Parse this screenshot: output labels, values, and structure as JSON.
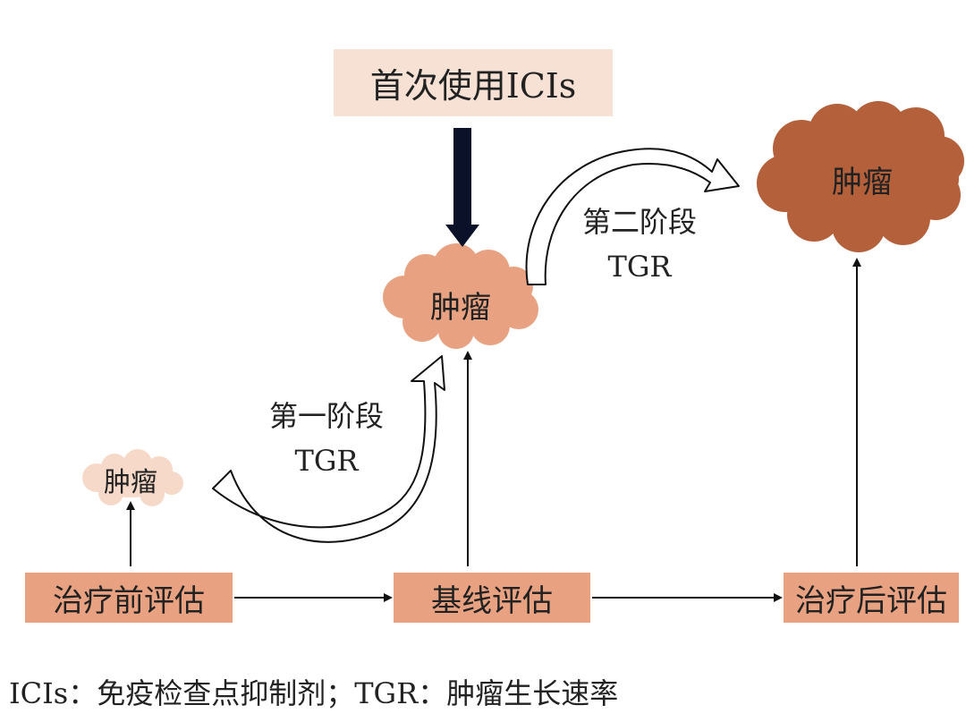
{
  "top_box": {
    "label": "首次使用ICIs"
  },
  "clouds": {
    "small": "肿瘤",
    "medium": "肿瘤",
    "large": "肿瘤"
  },
  "stages": {
    "first": {
      "name": "第一阶段",
      "metric": "TGR"
    },
    "second": {
      "name": "第二阶段",
      "metric": "TGR"
    }
  },
  "timeline": {
    "pre": "治疗前评估",
    "baseline": "基线评估",
    "post": "治疗后评估"
  },
  "caption": "ICIs：免疫检查点抑制剂；TGR：肿瘤生长速率",
  "colors": {
    "box_fill": "#E8A281",
    "top_box_fill": "#F7E1D5",
    "cloud_small": "#F6D9C8",
    "cloud_medium": "#E8A281",
    "cloud_large": "#B3603B",
    "arrow_dark": "#0B1129",
    "line": "#111111"
  }
}
